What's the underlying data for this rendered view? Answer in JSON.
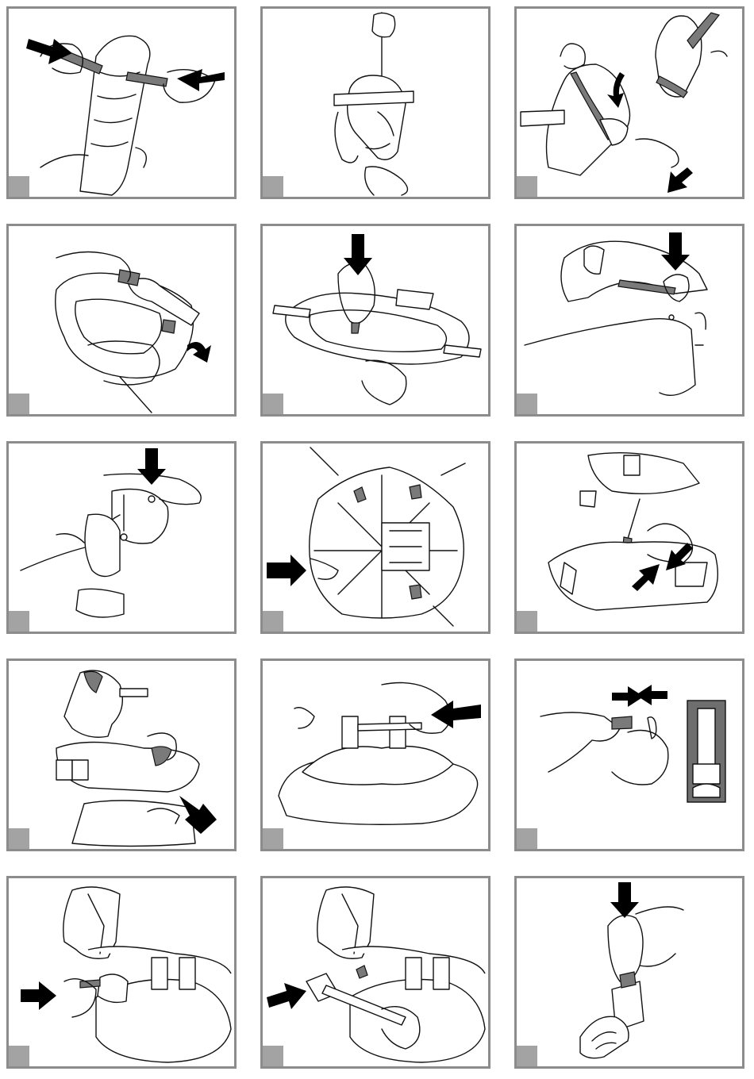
{
  "colors": {
    "frame": "#8c8c8c",
    "step_badge": "#a3a3a3",
    "arrow": "#000000",
    "line": "#111111"
  },
  "steps": [
    {
      "number": "",
      "icon": "wrench-tightening-illustration"
    },
    {
      "number": "",
      "icon": "screwdriver-head-illustration"
    },
    {
      "number": "",
      "icon": "bridle-strap-illustration"
    },
    {
      "number": "",
      "icon": "seat-bolt-illustration"
    },
    {
      "number": "",
      "icon": "seat-plate-press-illustration"
    },
    {
      "number": "",
      "icon": "seat-attach-illustration"
    },
    {
      "number": "",
      "icon": "body-screw-illustration"
    },
    {
      "number": "",
      "icon": "base-underside-illustration"
    },
    {
      "number": "",
      "icon": "spring-hook-illustration"
    },
    {
      "number": "",
      "icon": "rider-on-base-illustration"
    },
    {
      "number": "",
      "icon": "axle-insert-illustration"
    },
    {
      "number": "",
      "icon": "cap-press-illustration"
    },
    {
      "number": "",
      "icon": "cap-insert-illustration"
    },
    {
      "number": "",
      "icon": "hammer-tap-illustration"
    },
    {
      "number": "",
      "icon": "battery-cover-illustration"
    }
  ]
}
